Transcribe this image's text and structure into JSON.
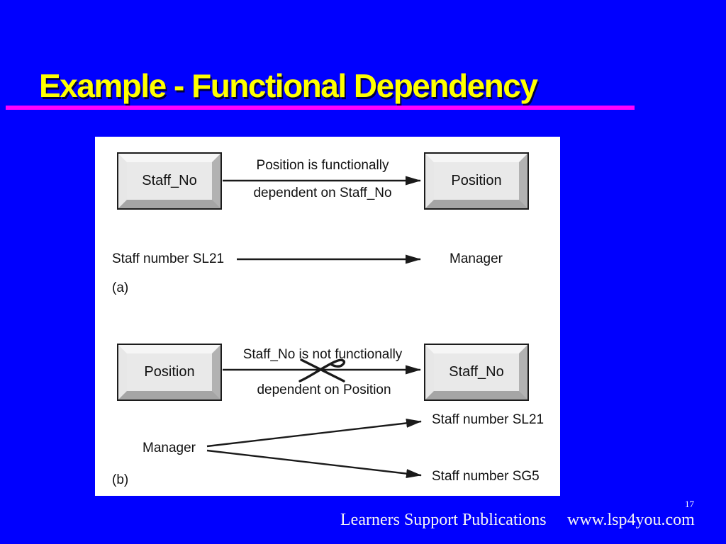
{
  "slide": {
    "title": "Example - Functional Dependency",
    "page_number": "17",
    "footer": {
      "publisher": "Learners Support Publications",
      "website": "www.lsp4you.com"
    },
    "colors": {
      "background": "#0000FF",
      "title_text": "#FFFF00",
      "title_shadow": "#000040",
      "underline": "#FF00FF",
      "panel": "#FFFFFF",
      "box_face": "#E9E9E9",
      "box_border": "#1C1C1C",
      "arrow": "#1A1A1A",
      "footer_text": "#F4F4F4"
    }
  },
  "diagram": {
    "section_a": {
      "left_box": "Staff_No",
      "right_box": "Position",
      "arrow_label_line1": "Position is functionally",
      "arrow_label_line2": "dependent on Staff_No",
      "example_source": "Staff number SL21",
      "example_target": "Manager",
      "caption": "(a)"
    },
    "section_b": {
      "left_box": "Position",
      "right_box": "Staff_No",
      "arrow_label_line1": "Staff_No is not functionally",
      "arrow_label_line2": "dependent on Position",
      "example_source": "Manager",
      "example_target_1": "Staff number SL21",
      "example_target_2": "Staff number SG5",
      "caption": "(b)"
    }
  }
}
